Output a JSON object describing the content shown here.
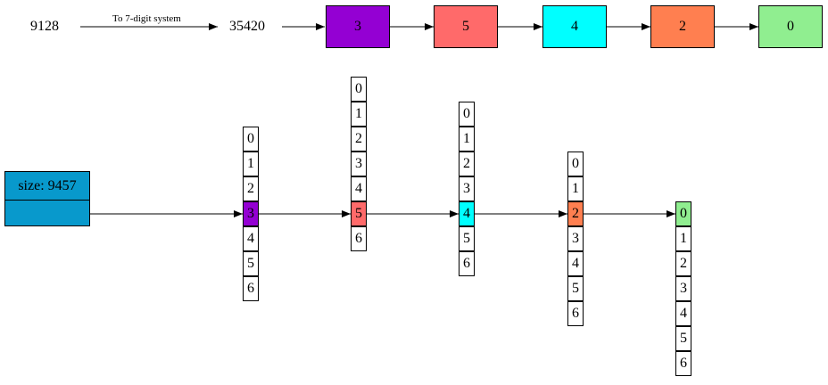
{
  "top_flow": {
    "input_number": "9128",
    "edge_label": "To 7-digit system",
    "converted_number": "35420",
    "digits": [
      {
        "value": "3",
        "color": "#9400d3"
      },
      {
        "value": "5",
        "color": "#ff6a6a"
      },
      {
        "value": "4",
        "color": "#00ffff"
      },
      {
        "value": "2",
        "color": "#ff7f50"
      },
      {
        "value": "0",
        "color": "#90ee90"
      }
    ]
  },
  "record": {
    "size_label": "size: 9457",
    "color": "#0899cc"
  },
  "arrays": [
    {
      "cells": [
        "0",
        "1",
        "2",
        "3",
        "4",
        "5",
        "6"
      ],
      "highlight_index": 3,
      "highlight_color": "#9400d3"
    },
    {
      "cells": [
        "0",
        "1",
        "2",
        "3",
        "4",
        "5",
        "6"
      ],
      "highlight_index": 5,
      "highlight_color": "#ff6a6a"
    },
    {
      "cells": [
        "0",
        "1",
        "2",
        "3",
        "4",
        "5",
        "6"
      ],
      "highlight_index": 4,
      "highlight_color": "#00ffff"
    },
    {
      "cells": [
        "0",
        "1",
        "2",
        "3",
        "4",
        "5",
        "6"
      ],
      "highlight_index": 2,
      "highlight_color": "#ff7f50"
    },
    {
      "cells": [
        "0",
        "1",
        "2",
        "3",
        "4",
        "5",
        "6"
      ],
      "highlight_index": 0,
      "highlight_color": "#90ee90"
    }
  ]
}
